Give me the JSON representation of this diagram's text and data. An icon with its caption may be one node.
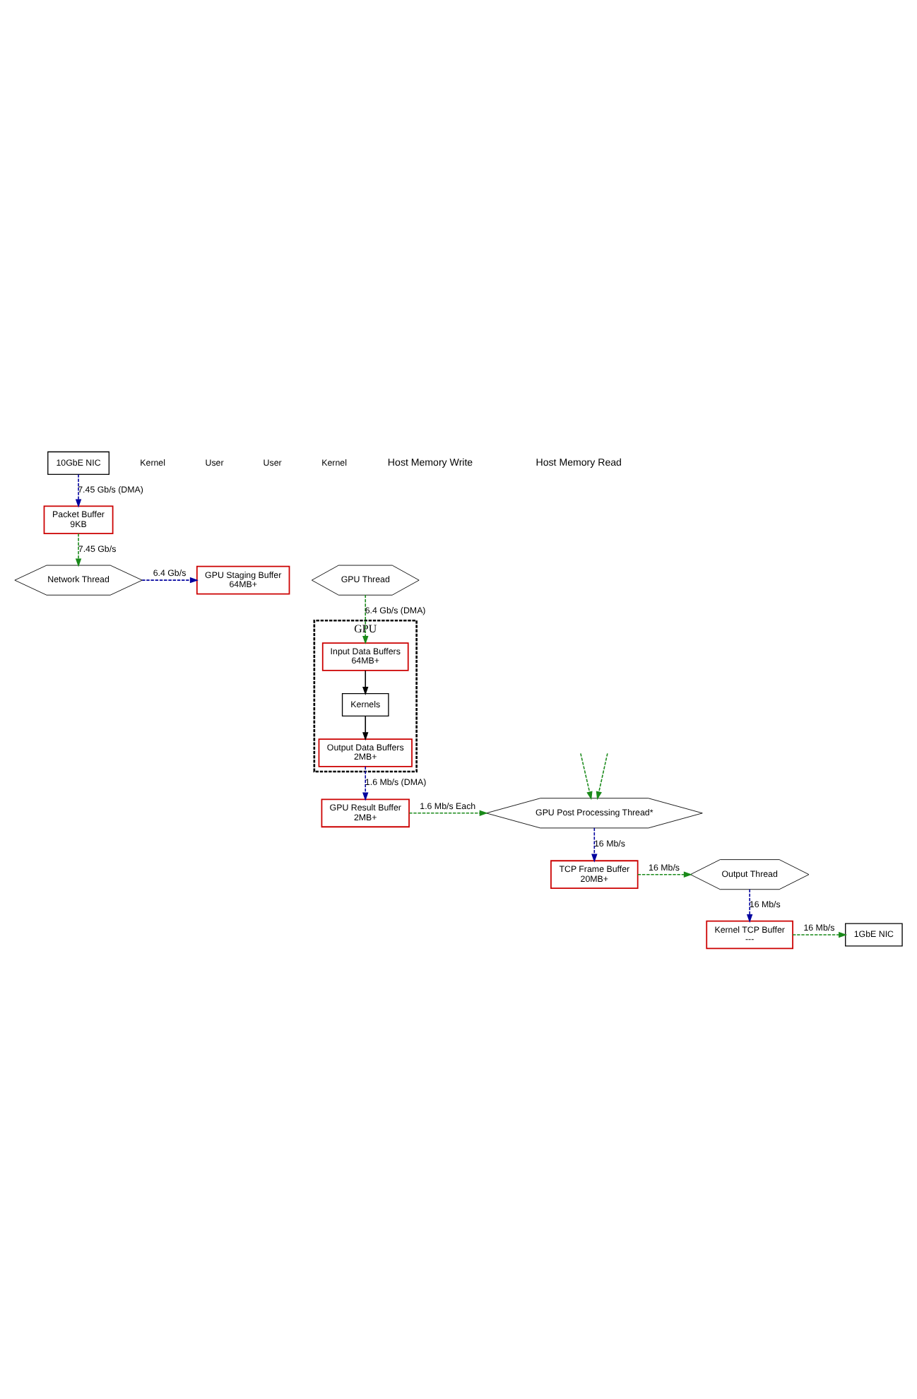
{
  "diagram": {
    "nodes": [
      {
        "text": [
          "10GbE NIC"
        ]
      },
      {
        "text": [
          "Packet Buffer",
          "9KB"
        ]
      },
      {
        "text": [
          "Network Thread"
        ]
      },
      {
        "text": [
          "GPU Staging Buffer",
          "64MB+"
        ]
      },
      {
        "text": [
          "GPU Thread"
        ]
      },
      {
        "text": [
          "GPU"
        ]
      },
      {
        "text": [
          "Input Data Buffers",
          "64MB+"
        ],
        "in": 5
      },
      {
        "text": [
          "Kernels"
        ],
        "in": 5
      },
      {
        "text": [
          "Output Data Buffers",
          "2MB+"
        ],
        "in": 5
      },
      {
        "text": [
          "GPU Result Buffer",
          "2MB+"
        ]
      },
      {
        "text": [
          "GPU Post Processing Thread*"
        ]
      },
      {
        "text": [
          "TCP Frame Buffer",
          "20MB+"
        ]
      },
      {
        "text": [
          "Output Thread"
        ]
      },
      {
        "text": [
          "Kernel TCP Buffer",
          "---"
        ]
      },
      {
        "text": [
          "1GbE NIC"
        ]
      }
    ],
    "edges": [
      {
        "from": 0,
        "to": 1,
        "arrow": "to",
        "label": "7.45 Gb/s (DMA)",
        "style": "dashed",
        "color": "#00009f"
      },
      {
        "from": 1,
        "to": 2,
        "arrow": "to",
        "label": "7.45 Gb/s",
        "style": "dashed",
        "color": "#1a8a1a"
      },
      {
        "from": 2,
        "to": 3,
        "arrow": "to",
        "label": "6.4 Gb/s",
        "style": "dashed",
        "color": "#00009f"
      },
      {
        "from": 4,
        "to": 6,
        "arrow": "to",
        "label": "6.4 Gb/s (DMA)",
        "style": "dashed",
        "color": "#1a8a1a"
      },
      {
        "from": 6,
        "to": 7,
        "arrow": "to",
        "color": "#000000"
      },
      {
        "from": 7,
        "to": 8,
        "arrow": "to",
        "color": "#000000"
      },
      {
        "from": 8,
        "to": 9,
        "arrow": "to",
        "label": "1.6 Mb/s (DMA)",
        "style": "dashed",
        "color": "#00009f"
      },
      {
        "from": null,
        "to": 10,
        "arrow": "to",
        "style": "dashed",
        "color": "#1a8a1a"
      },
      {
        "from": 9,
        "to": 10,
        "arrow": "to",
        "label": "1.6 Mb/s Each",
        "style": "dashed",
        "color": "#1a8a1a"
      },
      {
        "from": null,
        "to": 10,
        "arrow": "to",
        "style": "dashed",
        "color": "#1a8a1a"
      },
      {
        "from": 10,
        "to": 11,
        "arrow": "to",
        "label": "16 Mb/s",
        "style": "dashed",
        "color": "#00009f"
      },
      {
        "from": 11,
        "to": 12,
        "arrow": "to",
        "label": "16 Mb/s",
        "style": "dashed",
        "color": "#1a8a1a"
      },
      {
        "from": 12,
        "to": 13,
        "arrow": "to",
        "label": "16 Mb/s",
        "style": "dashed",
        "color": "#00009f"
      },
      {
        "from": 13,
        "to": 14,
        "arrow": "to",
        "label": "16 Mb/s",
        "style": "dashed",
        "color": "#1a8a1a"
      }
    ],
    "labels": [
      "Kernel",
      "User",
      "User",
      "Kernel"
    ],
    "legend": [
      {
        "text": "Host Memory Write"
      },
      {
        "text": "Host Memory Read"
      }
    ]
  }
}
